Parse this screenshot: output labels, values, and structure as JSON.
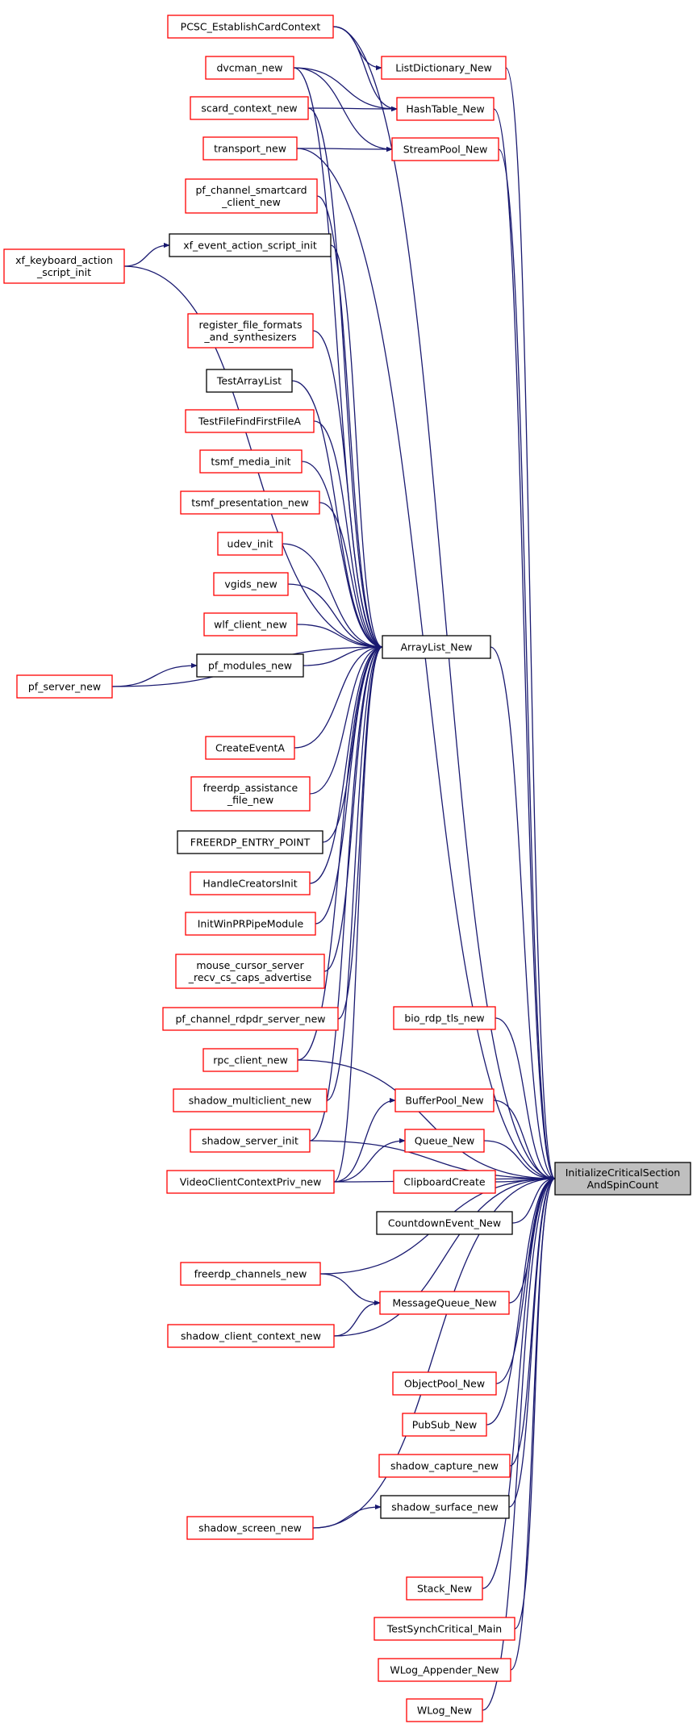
{
  "colors": {
    "edge": "#191970",
    "border_incomplete": "#ff0000",
    "border_complete": "#000000",
    "target_fill": "#bfbfbf"
  },
  "nodes": [
    {
      "id": "target",
      "lines": [
        "InitializeCriticalSection",
        "AndSpinCount"
      ],
      "style": "target"
    },
    {
      "id": "pcsc",
      "lines": [
        "PCSC_EstablishCardContext"
      ],
      "style": "red"
    },
    {
      "id": "dvcman",
      "lines": [
        "dvcman_new"
      ],
      "style": "red"
    },
    {
      "id": "scard",
      "lines": [
        "scard_context_new"
      ],
      "style": "red"
    },
    {
      "id": "transport",
      "lines": [
        "transport_new"
      ],
      "style": "red"
    },
    {
      "id": "pfsmart",
      "lines": [
        "pf_channel_smartcard",
        "_client_new"
      ],
      "style": "red"
    },
    {
      "id": "xfevent",
      "lines": [
        "xf_event_action_script_init"
      ],
      "style": "black"
    },
    {
      "id": "xfkbd",
      "lines": [
        "xf_keyboard_action",
        "_script_init"
      ],
      "style": "red"
    },
    {
      "id": "regfmt",
      "lines": [
        "register_file_formats",
        "_and_synthesizers"
      ],
      "style": "red"
    },
    {
      "id": "testarr",
      "lines": [
        "TestArrayList"
      ],
      "style": "black"
    },
    {
      "id": "testffff",
      "lines": [
        "TestFileFindFirstFileA"
      ],
      "style": "red"
    },
    {
      "id": "tsmfmedia",
      "lines": [
        "tsmf_media_init"
      ],
      "style": "red"
    },
    {
      "id": "tsmfpres",
      "lines": [
        "tsmf_presentation_new"
      ],
      "style": "red"
    },
    {
      "id": "udev",
      "lines": [
        "udev_init"
      ],
      "style": "red"
    },
    {
      "id": "vgids",
      "lines": [
        "vgids_new"
      ],
      "style": "red"
    },
    {
      "id": "wlf",
      "lines": [
        "wlf_client_new"
      ],
      "style": "red"
    },
    {
      "id": "pfmod",
      "lines": [
        "pf_modules_new"
      ],
      "style": "black"
    },
    {
      "id": "pfserver",
      "lines": [
        "pf_server_new"
      ],
      "style": "red"
    },
    {
      "id": "createevent",
      "lines": [
        "CreateEventA"
      ],
      "style": "red"
    },
    {
      "id": "assist",
      "lines": [
        "freerdp_assistance",
        "_file_new"
      ],
      "style": "red"
    },
    {
      "id": "entry",
      "lines": [
        "FREERDP_ENTRY_POINT"
      ],
      "style": "black"
    },
    {
      "id": "handlecreators",
      "lines": [
        "HandleCreatorsInit"
      ],
      "style": "red"
    },
    {
      "id": "initwinpr",
      "lines": [
        "InitWinPRPipeModule"
      ],
      "style": "red"
    },
    {
      "id": "mousecursor",
      "lines": [
        "mouse_cursor_server",
        "_recv_cs_caps_advertise"
      ],
      "style": "red"
    },
    {
      "id": "pfrdpdr",
      "lines": [
        "pf_channel_rdpdr_server_new"
      ],
      "style": "red"
    },
    {
      "id": "rpc",
      "lines": [
        "rpc_client_new"
      ],
      "style": "red"
    },
    {
      "id": "shadowmulti",
      "lines": [
        "shadow_multiclient_new"
      ],
      "style": "red"
    },
    {
      "id": "shadowserver",
      "lines": [
        "shadow_server_init"
      ],
      "style": "red"
    },
    {
      "id": "videoclient",
      "lines": [
        "VideoClientContextPriv_new"
      ],
      "style": "red"
    },
    {
      "id": "listdict",
      "lines": [
        "ListDictionary_New"
      ],
      "style": "red"
    },
    {
      "id": "hashtable",
      "lines": [
        "HashTable_New"
      ],
      "style": "red"
    },
    {
      "id": "streampool",
      "lines": [
        "StreamPool_New"
      ],
      "style": "red"
    },
    {
      "id": "arraylist",
      "lines": [
        "ArrayList_New"
      ],
      "style": "black"
    },
    {
      "id": "biordp",
      "lines": [
        "bio_rdp_tls_new"
      ],
      "style": "red"
    },
    {
      "id": "bufferpool",
      "lines": [
        "BufferPool_New"
      ],
      "style": "red"
    },
    {
      "id": "queue",
      "lines": [
        "Queue_New"
      ],
      "style": "red"
    },
    {
      "id": "clipboard",
      "lines": [
        "ClipboardCreate"
      ],
      "style": "red"
    },
    {
      "id": "countdown",
      "lines": [
        "CountdownEvent_New"
      ],
      "style": "black"
    },
    {
      "id": "fchannels",
      "lines": [
        "freerdp_channels_new"
      ],
      "style": "red"
    },
    {
      "id": "msgqueue",
      "lines": [
        "MessageQueue_New"
      ],
      "style": "red"
    },
    {
      "id": "shadowclient",
      "lines": [
        "shadow_client_context_new"
      ],
      "style": "red"
    },
    {
      "id": "objectpool",
      "lines": [
        "ObjectPool_New"
      ],
      "style": "red"
    },
    {
      "id": "pubsub",
      "lines": [
        "PubSub_New"
      ],
      "style": "red"
    },
    {
      "id": "shadowcapture",
      "lines": [
        "shadow_capture_new"
      ],
      "style": "red"
    },
    {
      "id": "shadowsurface",
      "lines": [
        "shadow_surface_new"
      ],
      "style": "black"
    },
    {
      "id": "shadowscreen",
      "lines": [
        "shadow_screen_new"
      ],
      "style": "red"
    },
    {
      "id": "stack",
      "lines": [
        "Stack_New"
      ],
      "style": "red"
    },
    {
      "id": "testsynch",
      "lines": [
        "TestSynchCritical_Main"
      ],
      "style": "red"
    },
    {
      "id": "wlogapp",
      "lines": [
        "WLog_Appender_New"
      ],
      "style": "red"
    },
    {
      "id": "wlognew",
      "lines": [
        "WLog_New"
      ],
      "style": "red"
    }
  ],
  "edges": [
    [
      "pcsc",
      "listdict"
    ],
    [
      "pcsc",
      "hashtable"
    ],
    [
      "pcsc",
      "target"
    ],
    [
      "dvcman",
      "hashtable"
    ],
    [
      "dvcman",
      "streampool"
    ],
    [
      "dvcman",
      "arraylist"
    ],
    [
      "scard",
      "hashtable"
    ],
    [
      "scard",
      "arraylist"
    ],
    [
      "transport",
      "streampool"
    ],
    [
      "transport",
      "target"
    ],
    [
      "pfsmart",
      "arraylist"
    ],
    [
      "xfkbd",
      "xfevent"
    ],
    [
      "xfkbd",
      "arraylist"
    ],
    [
      "xfevent",
      "arraylist"
    ],
    [
      "regfmt",
      "arraylist"
    ],
    [
      "testarr",
      "arraylist"
    ],
    [
      "testffff",
      "arraylist"
    ],
    [
      "tsmfmedia",
      "arraylist"
    ],
    [
      "tsmfpres",
      "arraylist"
    ],
    [
      "udev",
      "arraylist"
    ],
    [
      "vgids",
      "arraylist"
    ],
    [
      "wlf",
      "arraylist"
    ],
    [
      "pfserver",
      "pfmod"
    ],
    [
      "pfserver",
      "arraylist"
    ],
    [
      "pfmod",
      "arraylist"
    ],
    [
      "createevent",
      "arraylist"
    ],
    [
      "assist",
      "arraylist"
    ],
    [
      "entry",
      "arraylist"
    ],
    [
      "handlecreators",
      "arraylist"
    ],
    [
      "initwinpr",
      "arraylist"
    ],
    [
      "mousecursor",
      "arraylist"
    ],
    [
      "pfrdpdr",
      "arraylist"
    ],
    [
      "rpc",
      "arraylist"
    ],
    [
      "rpc",
      "target"
    ],
    [
      "shadowmulti",
      "arraylist"
    ],
    [
      "shadowserver",
      "arraylist"
    ],
    [
      "shadowserver",
      "target"
    ],
    [
      "videoclient",
      "arraylist"
    ],
    [
      "videoclient",
      "bufferpool"
    ],
    [
      "videoclient",
      "queue"
    ],
    [
      "videoclient",
      "target"
    ],
    [
      "listdict",
      "target"
    ],
    [
      "hashtable",
      "target"
    ],
    [
      "streampool",
      "target"
    ],
    [
      "arraylist",
      "target"
    ],
    [
      "biordp",
      "target"
    ],
    [
      "bufferpool",
      "target"
    ],
    [
      "queue",
      "target"
    ],
    [
      "clipboard",
      "target"
    ],
    [
      "countdown",
      "target"
    ],
    [
      "fchannels",
      "msgqueue"
    ],
    [
      "fchannels",
      "target"
    ],
    [
      "shadowclient",
      "msgqueue"
    ],
    [
      "shadowclient",
      "target"
    ],
    [
      "msgqueue",
      "target"
    ],
    [
      "objectpool",
      "target"
    ],
    [
      "pubsub",
      "target"
    ],
    [
      "shadowcapture",
      "target"
    ],
    [
      "shadowscreen",
      "shadowsurface"
    ],
    [
      "shadowscreen",
      "target"
    ],
    [
      "shadowsurface",
      "target"
    ],
    [
      "stack",
      "target"
    ],
    [
      "testsynch",
      "target"
    ],
    [
      "wlogapp",
      "target"
    ],
    [
      "wlognew",
      "target"
    ]
  ]
}
